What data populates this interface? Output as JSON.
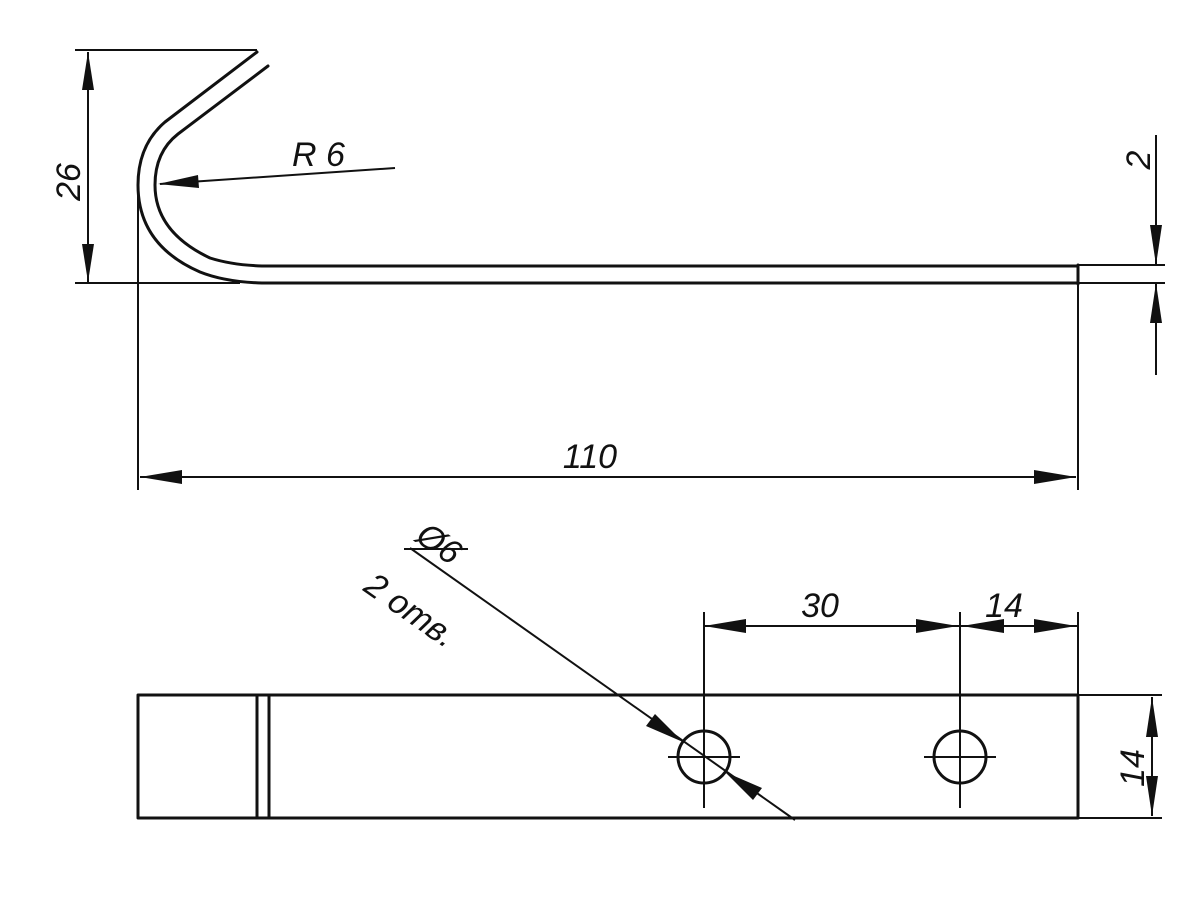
{
  "drawing": {
    "stroke_color": "#111111",
    "background": "#ffffff",
    "side_view": {
      "length_label": "110",
      "height_label": "26",
      "thickness_label": "2",
      "bend_radius_label": "R 6"
    },
    "top_view": {
      "hole_diameter_label": "Ø6",
      "hole_count_label": "2 отв.",
      "hole_spacing_label": "30",
      "edge_offset_label": "14",
      "width_label": "14"
    }
  }
}
